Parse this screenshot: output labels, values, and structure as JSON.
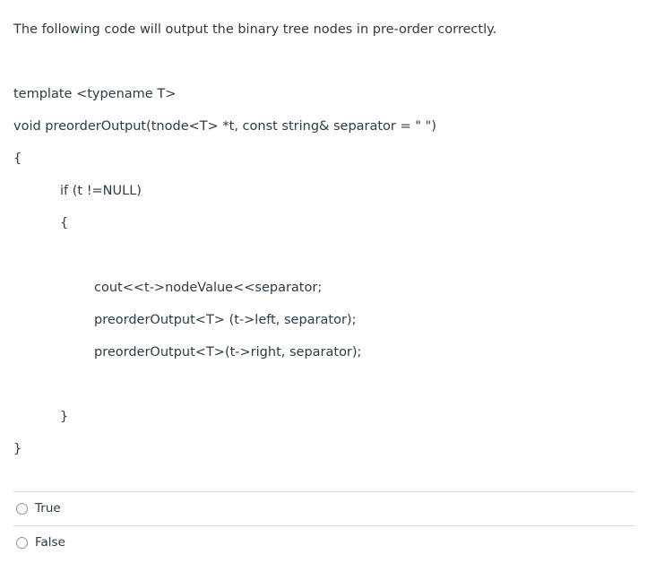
{
  "question": {
    "text": "The following code will output the binary tree nodes in pre-order correctly."
  },
  "code": {
    "lines": [
      "template <typename T>",
      "void preorderOutput(tnode<T> *t, const string& separator = \" \")",
      "{",
      "if (t !=NULL)",
      "{",
      "cout<<t->nodeValue<<separator;",
      "preorderOutput<T> (t->left, separator);",
      "preorderOutput<T>(t->right, separator);",
      "}",
      "}"
    ]
  },
  "answers": [
    {
      "label": "True"
    },
    {
      "label": "False"
    }
  ]
}
